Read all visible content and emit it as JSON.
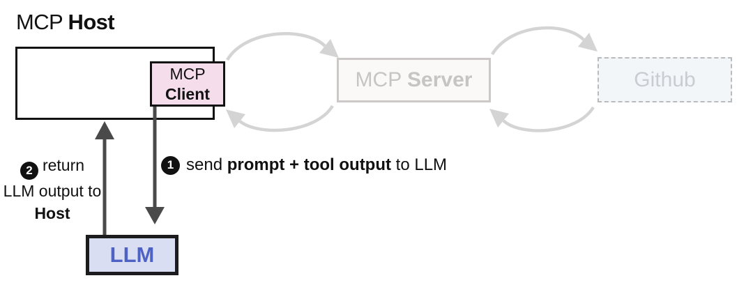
{
  "title": {
    "regular": "MCP",
    "bold": "Host"
  },
  "boxes": {
    "client": {
      "line1": "MCP",
      "line2": "Client"
    },
    "server": {
      "regular": "MCP",
      "bold": "Server"
    },
    "github": {
      "label": "Github"
    },
    "llm": {
      "label": "LLM"
    }
  },
  "steps": {
    "step1": {
      "number": "1",
      "text_pre": "send",
      "text_bold": "prompt + tool output",
      "text_post": "to LLM"
    },
    "step2": {
      "number": "2",
      "line1": "return",
      "line2": "LLM output to",
      "line3_bold": "Host"
    }
  },
  "colors": {
    "client_pink": "#f5ddec",
    "llm_lavender": "#dadef2",
    "llm_text_blue": "#4e62c4",
    "dark_arrow": "#4a4a4a",
    "faded_gray": "#d4d4d4",
    "faded_box_border": "#cbc8c7",
    "github_border": "#b8bcbf",
    "ink": "#111111"
  }
}
